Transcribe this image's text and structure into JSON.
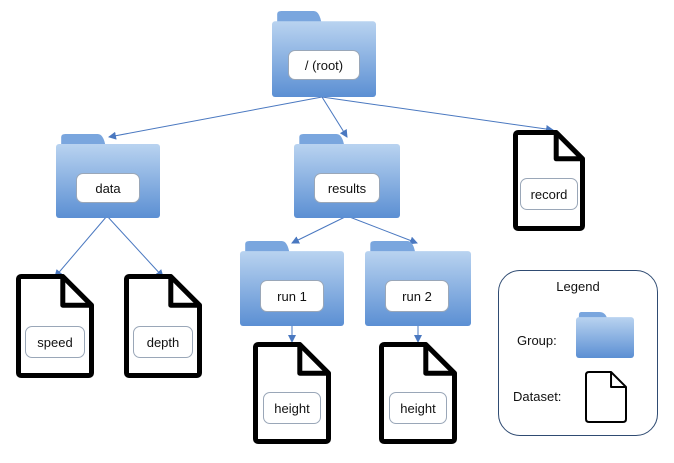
{
  "nodes": {
    "root": "/ (root)",
    "data": "data",
    "results": "results",
    "record": "record",
    "speed": "speed",
    "depth": "depth",
    "run1": "run 1",
    "run2": "run 2",
    "height1": "height",
    "height2": "height"
  },
  "legend": {
    "title": "Legend",
    "group_label": "Group:",
    "dataset_label": "Dataset:"
  },
  "colors": {
    "folder_light": "#b9d3f0",
    "folder_dark": "#5b8fd3",
    "folder_tab": "#7aa6de",
    "edge": "#4a78c0",
    "dataset_border": "#000000",
    "legend_border": "#2f4b72"
  },
  "icons": {
    "group": "folder-icon",
    "dataset": "document-icon"
  }
}
